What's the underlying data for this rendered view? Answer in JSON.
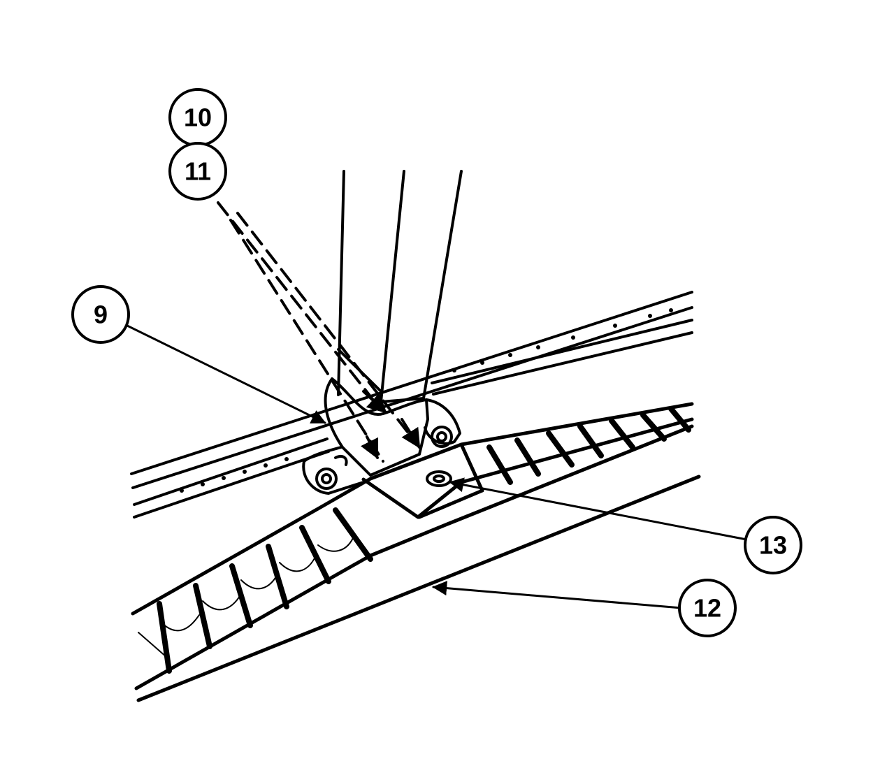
{
  "callouts": {
    "c9": "9",
    "c10": "10",
    "c11": "11",
    "c12": "12",
    "c13": "13"
  }
}
